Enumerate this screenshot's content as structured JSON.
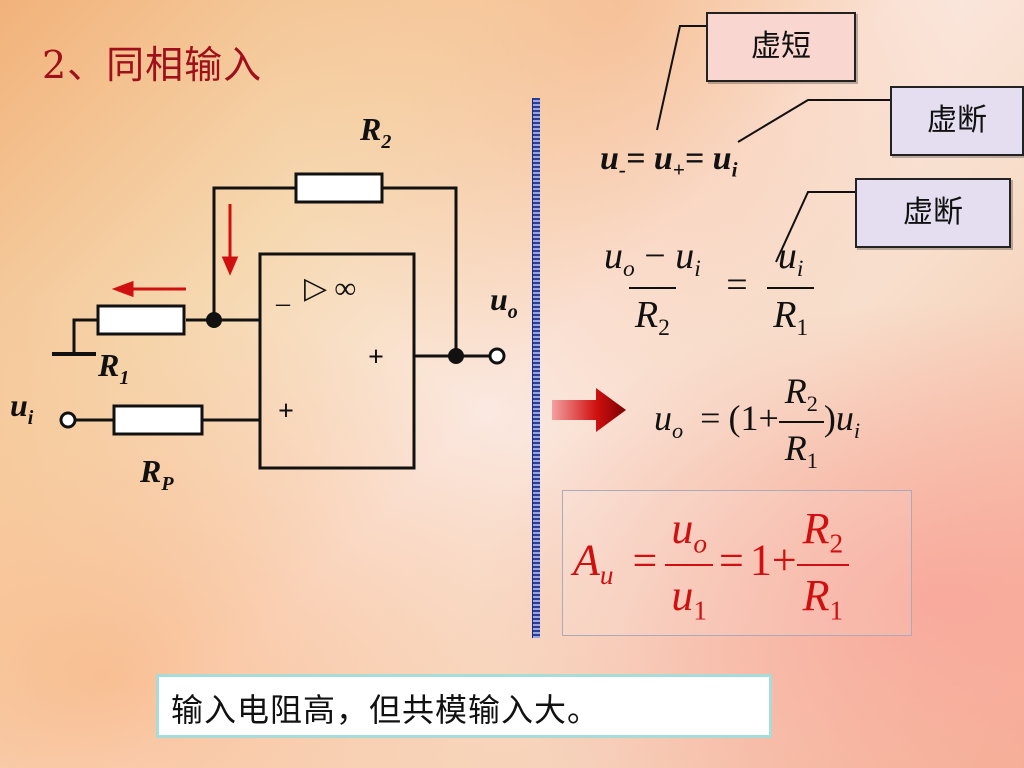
{
  "title": "2、同相输入",
  "callouts": {
    "virtual_short": "虚短",
    "virtual_open_1": "虚断",
    "virtual_open_2": "虚断"
  },
  "circuit": {
    "r2_label": "R",
    "r2_sub": "2",
    "r1_label": "R",
    "r1_sub": "1",
    "rp_label": "R",
    "rp_sub": "P",
    "ui_label": "u",
    "ui_sub": "i",
    "uo_label": "u",
    "uo_sub": "o",
    "opamp_symbol": "▷ ∞",
    "minus_sign": "–",
    "plus_in_sign": "+",
    "plus_out_sign": "+"
  },
  "equation1": {
    "u": "u",
    "minus_sub": "-",
    "eq1": "= ",
    "plus_sub": "+",
    "eq2": "= ",
    "i_sub": "i"
  },
  "equation2": {
    "num_left": "u",
    "num_left_sub": "o",
    "minus": " − ",
    "num_left2": "u",
    "num_left2_sub": "i",
    "den_left": "R",
    "den_left_sub": "2",
    "equals": "=",
    "num_right": "u",
    "num_right_sub": "i",
    "den_right": "R",
    "den_right_sub": "1"
  },
  "equation3": {
    "lhs": "u",
    "lhs_sub": "o",
    "equals": "=",
    "open": "(1+",
    "num": "R",
    "num_sub": "2",
    "den": "R",
    "den_sub": "1",
    "close": ")",
    "rhs": "u",
    "rhs_sub": "i"
  },
  "equation4": {
    "lhs": "A",
    "lhs_sub": "u",
    "equals1": "=",
    "num": "u",
    "num_sub": "o",
    "den": "u",
    "den_sub": "1",
    "equals2": "=",
    "one_plus": "1+",
    "num2": "R",
    "num2_sub": "2",
    "den2": "R",
    "den2_sub": "1"
  },
  "footer_text": "输入电阻高，但共模输入大。",
  "colors": {
    "title": "#a0101a",
    "arrows": "#d01010",
    "result_text": "#d01010",
    "divider": "#2b3d9a"
  }
}
